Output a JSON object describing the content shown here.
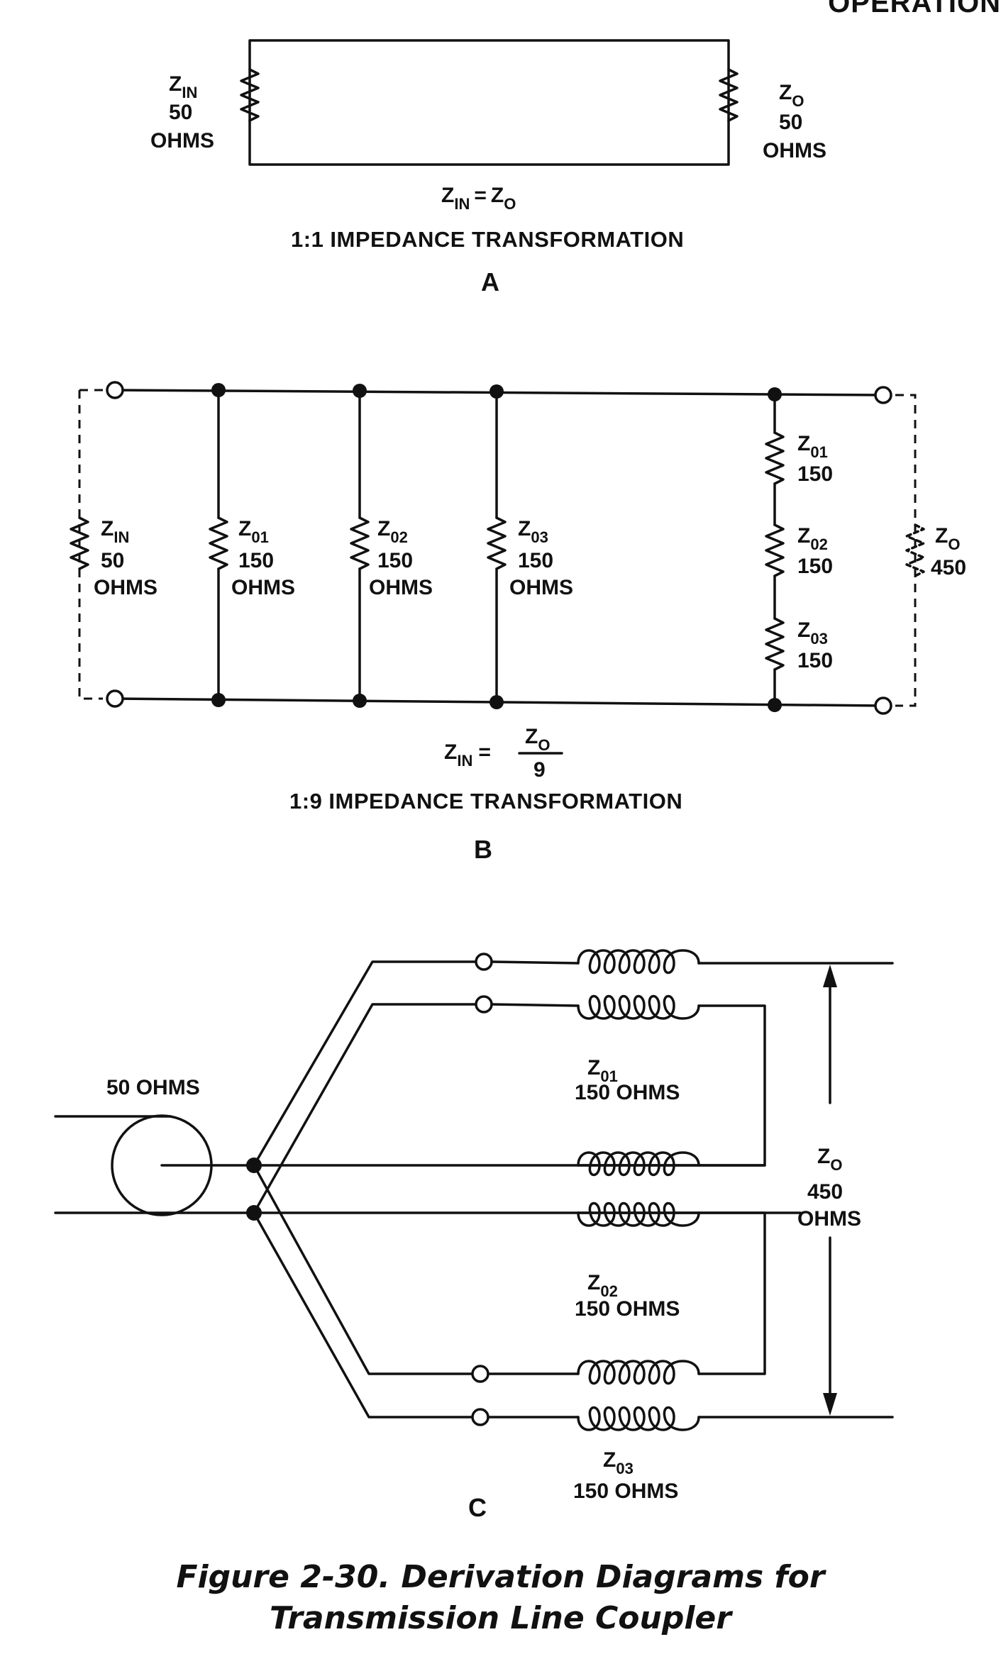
{
  "header_fragment": "OPERATION",
  "panel_a": {
    "zin_base": "Z",
    "zin_sub": "IN",
    "zin_value": "50",
    "zin_unit": "OHMS",
    "zo_base": "Z",
    "zo_sub": "O",
    "zo_value": "50",
    "zo_unit": "OHMS",
    "eq_left_base": "Z",
    "eq_left_sub": "IN",
    "eq_sign": "=",
    "eq_right_base": "Z",
    "eq_right_sub": "O",
    "caption": "1:1 IMPEDANCE TRANSFORMATION",
    "letter": "A"
  },
  "panel_b": {
    "zin_base": "Z",
    "zin_sub": "IN",
    "zin_value": "50",
    "zin_unit": "OHMS",
    "z01_base": "Z",
    "z01_sub": "01",
    "z01_value": "150",
    "z01_unit": "OHMS",
    "z02_base": "Z",
    "z02_sub": "02",
    "z02_value": "150",
    "z02_unit": "OHMS",
    "z03_base": "Z",
    "z03_sub": "03",
    "z03_value": "150",
    "z03_unit": "OHMS",
    "s01_base": "Z",
    "s01_sub": "01",
    "s01_value": "150",
    "s02_base": "Z",
    "s02_sub": "02",
    "s02_value": "150",
    "s03_base": "Z",
    "s03_sub": "03",
    "s03_value": "150",
    "zo_base": "Z",
    "zo_sub": "O",
    "zo_value": "450",
    "eq_left_base": "Z",
    "eq_left_sub": "IN",
    "eq_sign": "=",
    "eq_num_base": "Z",
    "eq_num_sub": "O",
    "eq_den": "9",
    "caption": "1:9 IMPEDANCE TRANSFORMATION",
    "letter": "B"
  },
  "panel_c": {
    "source_label": "50 OHMS",
    "z01_base": "Z",
    "z01_sub": "01",
    "z01_value": "150 OHMS",
    "z02_base": "Z",
    "z02_sub": "02",
    "z02_value": "150 OHMS",
    "z03_base": "Z",
    "z03_sub": "03",
    "z03_value": "150 OHMS",
    "zo_base": "Z",
    "zo_sub": "O",
    "zo_value": "450",
    "zo_unit": "OHMS",
    "letter": "C"
  },
  "figure_caption": {
    "line1": "Figure 2-30.  Derivation Diagrams for",
    "line2": "Transmission Line Coupler"
  }
}
